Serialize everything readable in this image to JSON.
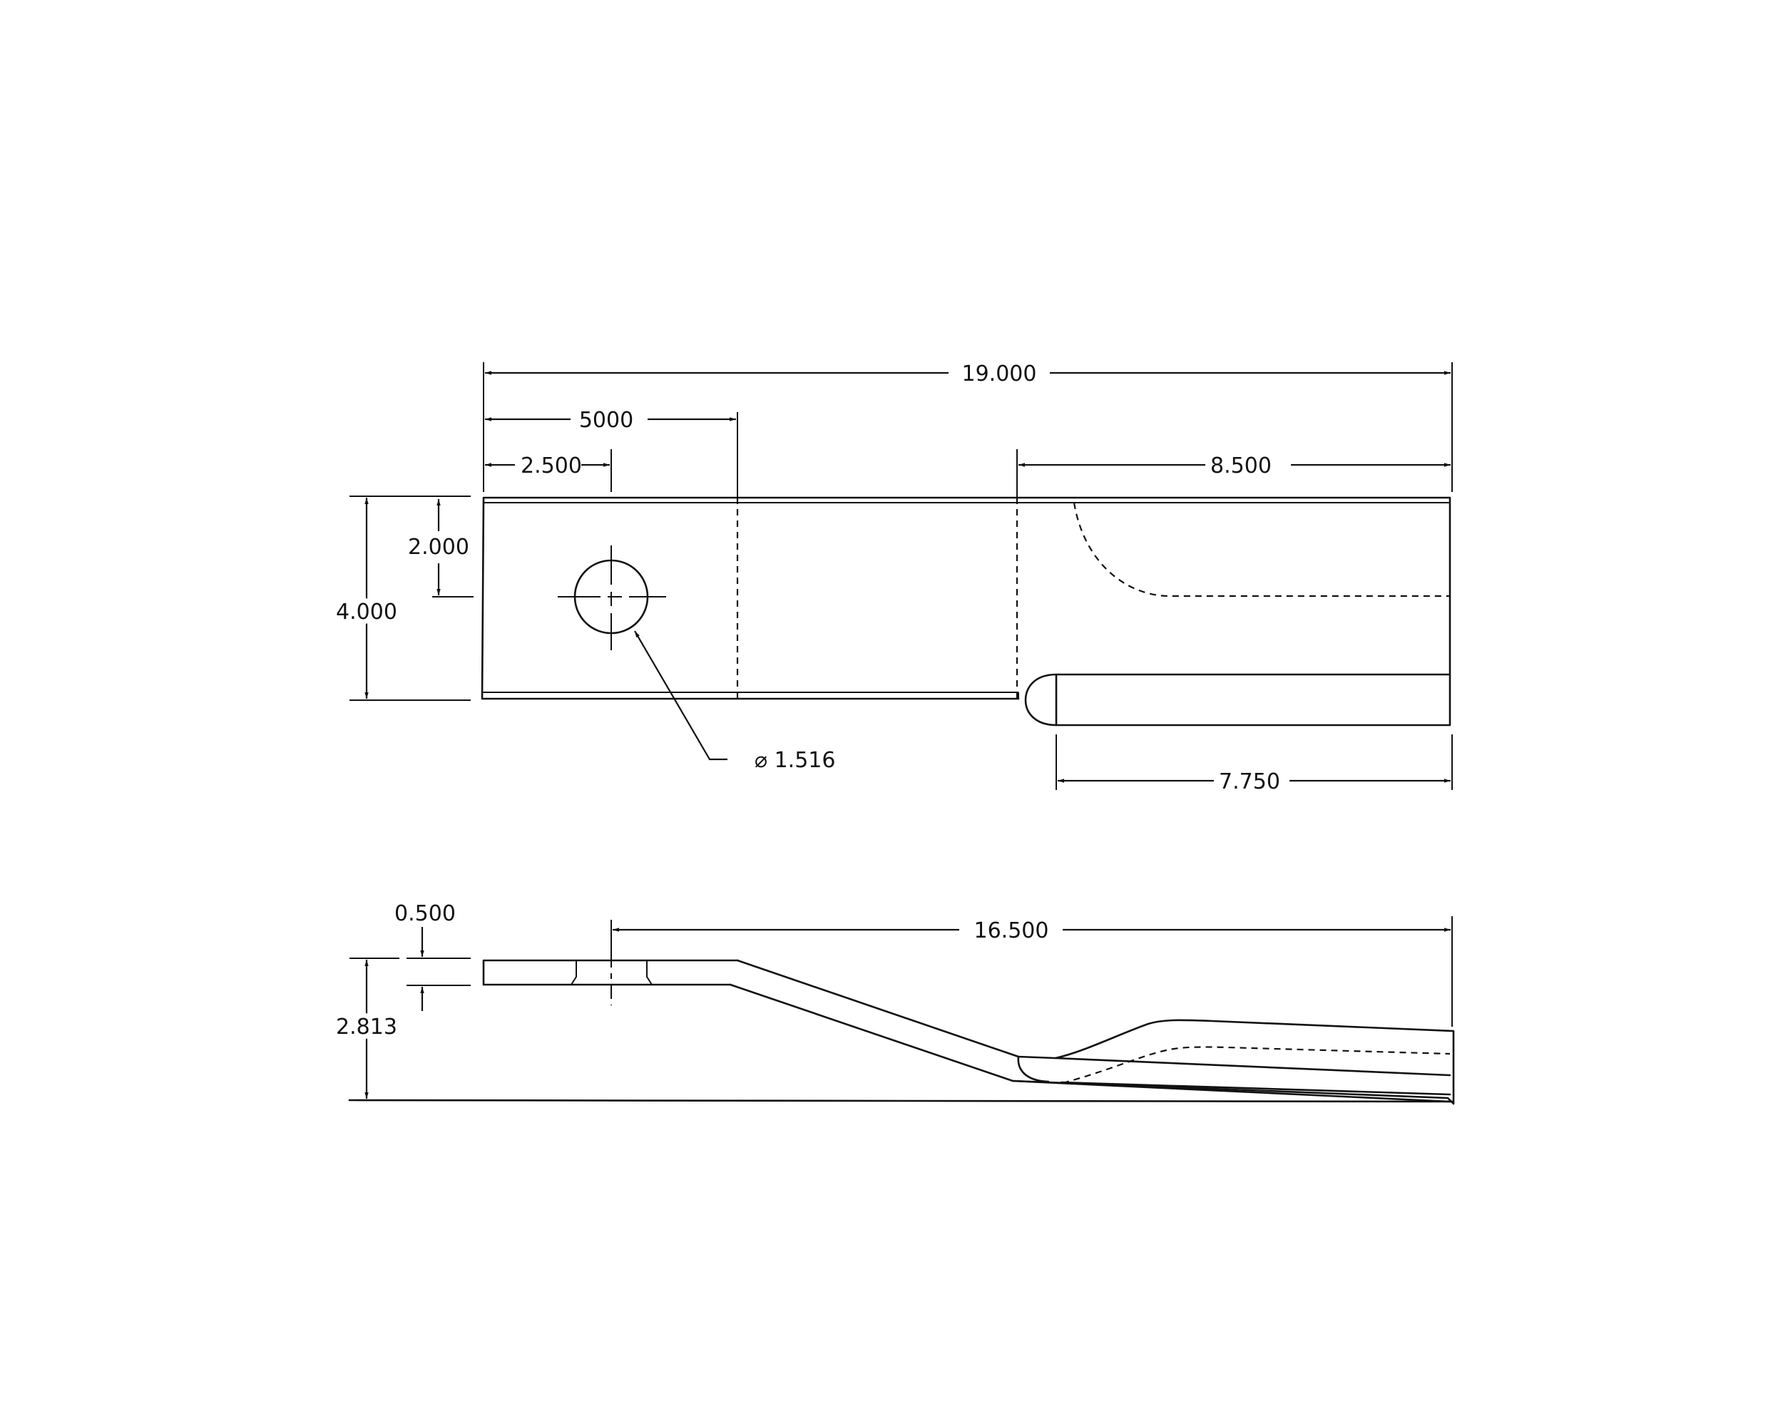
{
  "dimensions": {
    "overall_length": "19.000",
    "to_dashed_line": "5000",
    "to_hole_center": "2.500",
    "right_section": "8.500",
    "hole_offset": "2.000",
    "overall_width": "4.000",
    "hole_diameter": "⌀ 1.516",
    "slot_length": "7.750",
    "thickness": "0.500",
    "offset_length": "16.500",
    "total_height": "2.813"
  }
}
